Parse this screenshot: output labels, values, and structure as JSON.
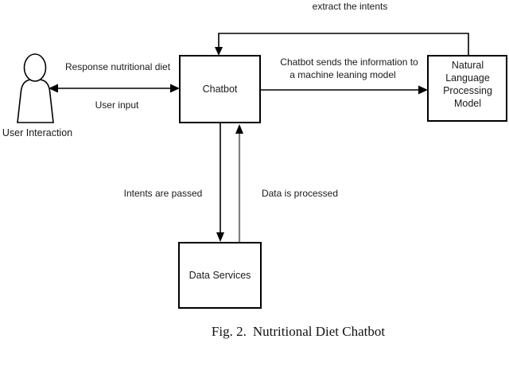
{
  "diagram": {
    "nodes": {
      "user": {
        "label": "User Interaction"
      },
      "chatbot": {
        "label": "Chatbot"
      },
      "nlp": {
        "lines": [
          "Natural",
          "Language",
          "Processing",
          "Model"
        ]
      },
      "data_services": {
        "label": "Data Services"
      }
    },
    "edges": {
      "nlp_to_chatbot": {
        "label": "extract the intents"
      },
      "user_chatbot": {
        "label_top": "Response nutritional diet",
        "label_bottom": "User input"
      },
      "chatbot_to_nlp": {
        "label_line1": "Chatbot sends the information to",
        "label_line2": "a machine leaning model"
      },
      "chatbot_to_data": {
        "label": "Intents are passed"
      },
      "data_to_chatbot": {
        "label": "Data is processed"
      }
    },
    "colors": {
      "line": "#000000",
      "gray_line": "#808080",
      "box_fill": "#ffffff",
      "text": "#1a1a1a"
    }
  },
  "caption": {
    "prefix": "Fig. 2.",
    "title": "Nutritional Diet Chatbot"
  }
}
